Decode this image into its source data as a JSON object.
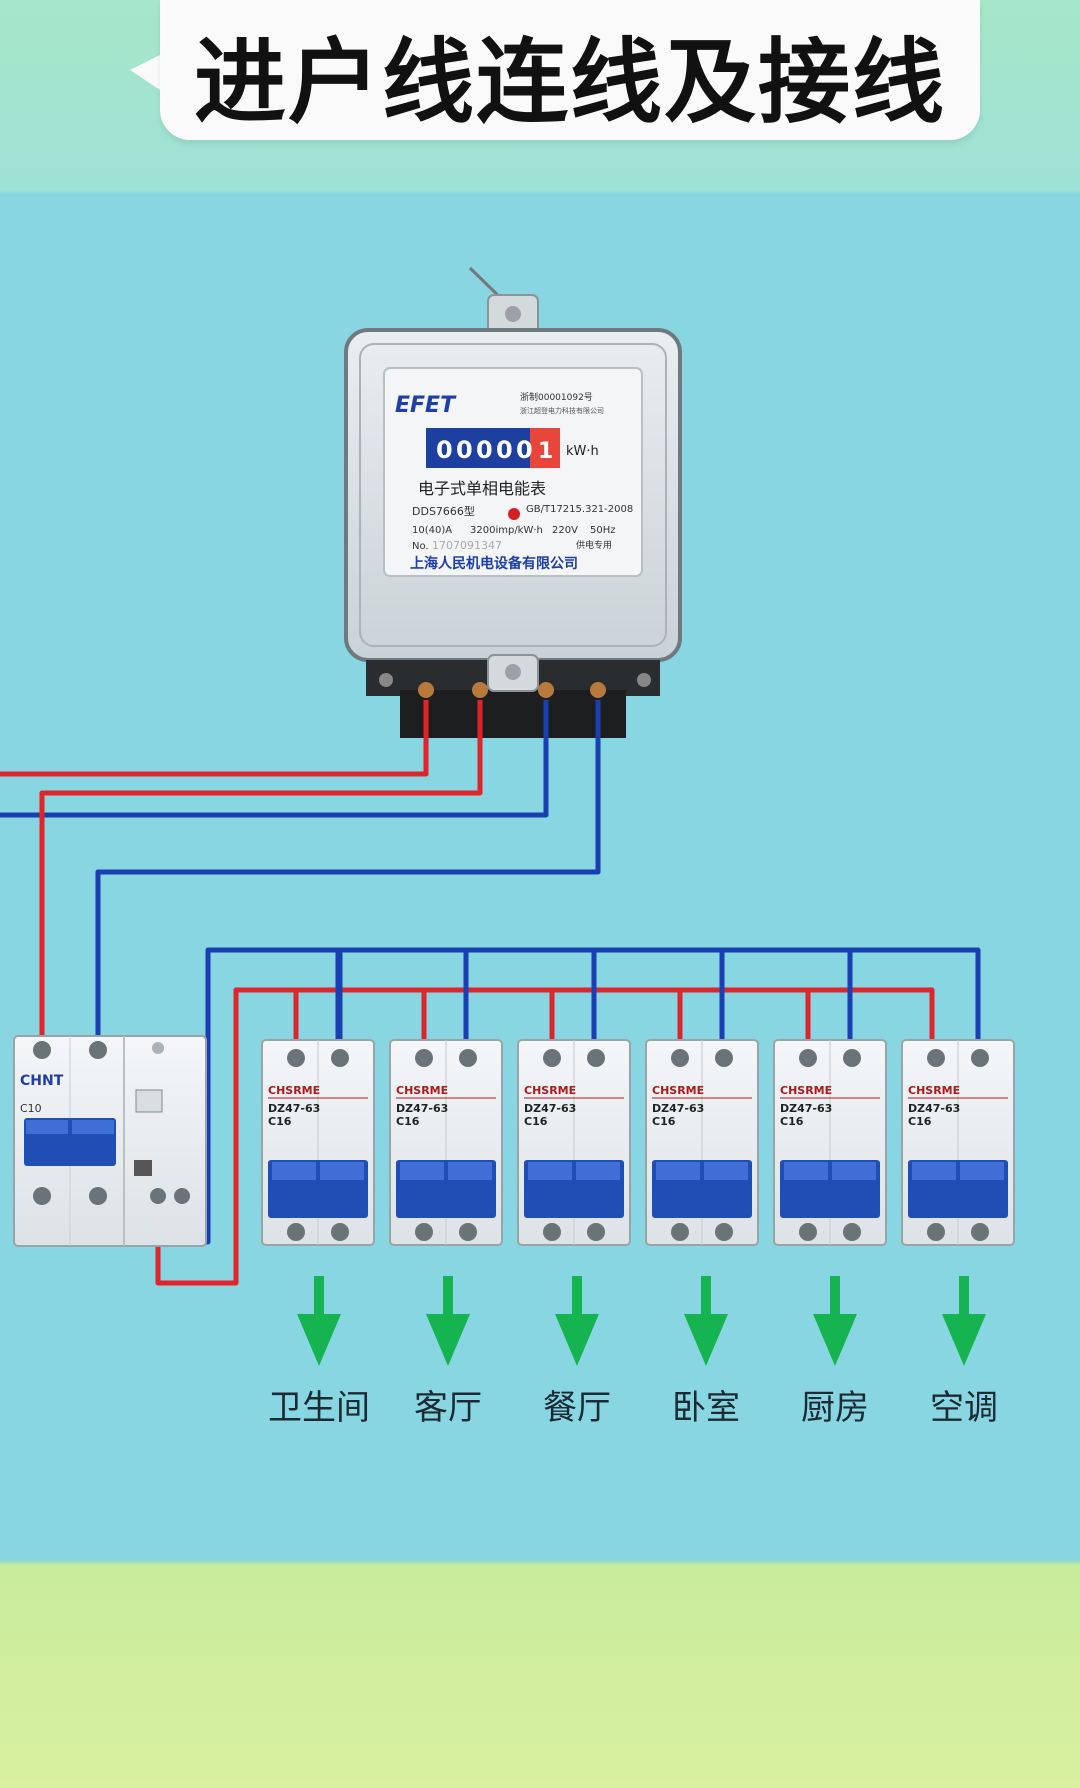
{
  "title": "进户线连线及接线",
  "meter": {
    "brand": "EFET",
    "cert": "浙制00001092号",
    "maker_small": "浙江超登电力科技有限公司",
    "reading": [
      "0",
      "0",
      "0",
      "0",
      "0",
      "1"
    ],
    "unit": "kW·h",
    "name": "电子式单相电能表",
    "model": "DDS7666型",
    "standard": "GB/T17215.321-2008",
    "current": "10(40)A",
    "constant": "3200imp/kW·h",
    "voltage": "220V",
    "freq": "50Hz",
    "serial_label": "No.",
    "serial": "1707091347",
    "supply": "供电专用",
    "company": "上海人民机电设备有限公司"
  },
  "main_breaker": {
    "brand": "CHNT",
    "model": "C10"
  },
  "breakers": [
    {
      "brand": "CHSRME",
      "model": "DZ47-63",
      "rating": "C16"
    },
    {
      "brand": "CHSRME",
      "model": "DZ47-63",
      "rating": "C16"
    },
    {
      "brand": "CHSRME",
      "model": "DZ47-63",
      "rating": "C16"
    },
    {
      "brand": "CHSRME",
      "model": "DZ47-63",
      "rating": "C16"
    },
    {
      "brand": "CHSRME",
      "model": "DZ47-63",
      "rating": "C16"
    },
    {
      "brand": "CHSRME",
      "model": "DZ47-63",
      "rating": "C16"
    }
  ],
  "circuits": [
    "卫生间",
    "客厅",
    "餐厅",
    "卧室",
    "厨房",
    "空调"
  ],
  "colors": {
    "live_wire": "#e0242a",
    "neutral_wire": "#1a3fb0",
    "arrow": "#16b450",
    "breaker_handle": "#1f4fb5"
  }
}
